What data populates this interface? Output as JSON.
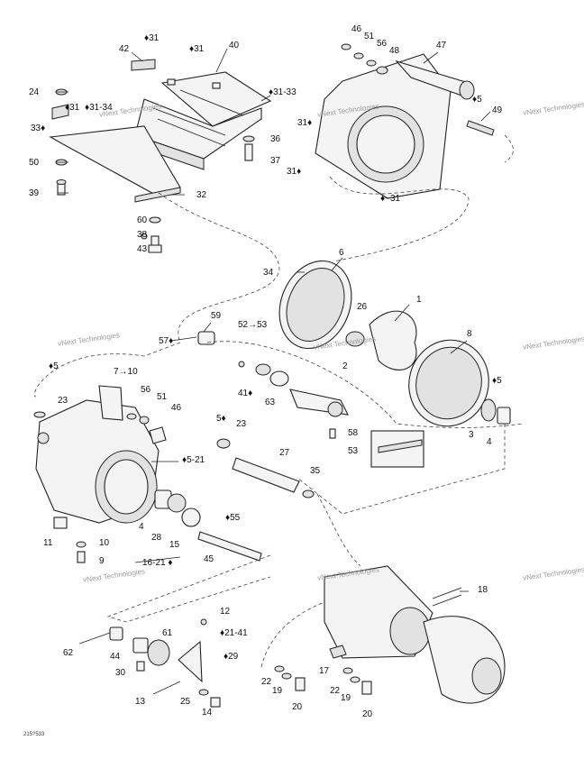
{
  "watermark": "vNext Technologies",
  "drawing_code": "215?533",
  "callouts": [
    {
      "text": "♦31"
    },
    {
      "text": "42"
    },
    {
      "text": "♦31"
    },
    {
      "text": "40"
    },
    {
      "text": "24"
    },
    {
      "text": "♦31-33"
    },
    {
      "text": "♦31"
    },
    {
      "text": "♦31-34"
    },
    {
      "text": "33♦"
    },
    {
      "text": "36"
    },
    {
      "text": "50"
    },
    {
      "text": "37"
    },
    {
      "text": "39"
    },
    {
      "text": "32"
    },
    {
      "text": "60"
    },
    {
      "text": "38"
    },
    {
      "text": "43"
    },
    {
      "text": "46"
    },
    {
      "text": "51"
    },
    {
      "text": "56"
    },
    {
      "text": "48"
    },
    {
      "text": "47"
    },
    {
      "text": "♦5"
    },
    {
      "text": "49"
    },
    {
      "text": "31♦"
    },
    {
      "text": "31♦"
    },
    {
      "text": "♦−31"
    },
    {
      "text": "6"
    },
    {
      "text": "34"
    },
    {
      "text": "1"
    },
    {
      "text": "26"
    },
    {
      "text": "59"
    },
    {
      "text": "52→53"
    },
    {
      "text": "57♦"
    },
    {
      "text": "8"
    },
    {
      "text": "2"
    },
    {
      "text": "♦5"
    },
    {
      "text": "7→10"
    },
    {
      "text": "♦5"
    },
    {
      "text": "56"
    },
    {
      "text": "41♦"
    },
    {
      "text": "63"
    },
    {
      "text": "23"
    },
    {
      "text": "51"
    },
    {
      "text": "46"
    },
    {
      "text": "3"
    },
    {
      "text": "4"
    },
    {
      "text": "5♦"
    },
    {
      "text": "23"
    },
    {
      "text": "58"
    },
    {
      "text": "♦5-21"
    },
    {
      "text": "27"
    },
    {
      "text": "53"
    },
    {
      "text": "35"
    },
    {
      "text": "4"
    },
    {
      "text": "♦55"
    },
    {
      "text": "28"
    },
    {
      "text": "15"
    },
    {
      "text": "11"
    },
    {
      "text": "10"
    },
    {
      "text": "9"
    },
    {
      "text": "16-21 ♦"
    },
    {
      "text": "45"
    },
    {
      "text": "18"
    },
    {
      "text": "12"
    },
    {
      "text": "♦21-41"
    },
    {
      "text": "61"
    },
    {
      "text": "62"
    },
    {
      "text": "44"
    },
    {
      "text": "♦29"
    },
    {
      "text": "30"
    },
    {
      "text": "17"
    },
    {
      "text": "13"
    },
    {
      "text": "25"
    },
    {
      "text": "22"
    },
    {
      "text": "19"
    },
    {
      "text": "22"
    },
    {
      "text": "19"
    },
    {
      "text": "14"
    },
    {
      "text": "20"
    },
    {
      "text": "20"
    }
  ]
}
